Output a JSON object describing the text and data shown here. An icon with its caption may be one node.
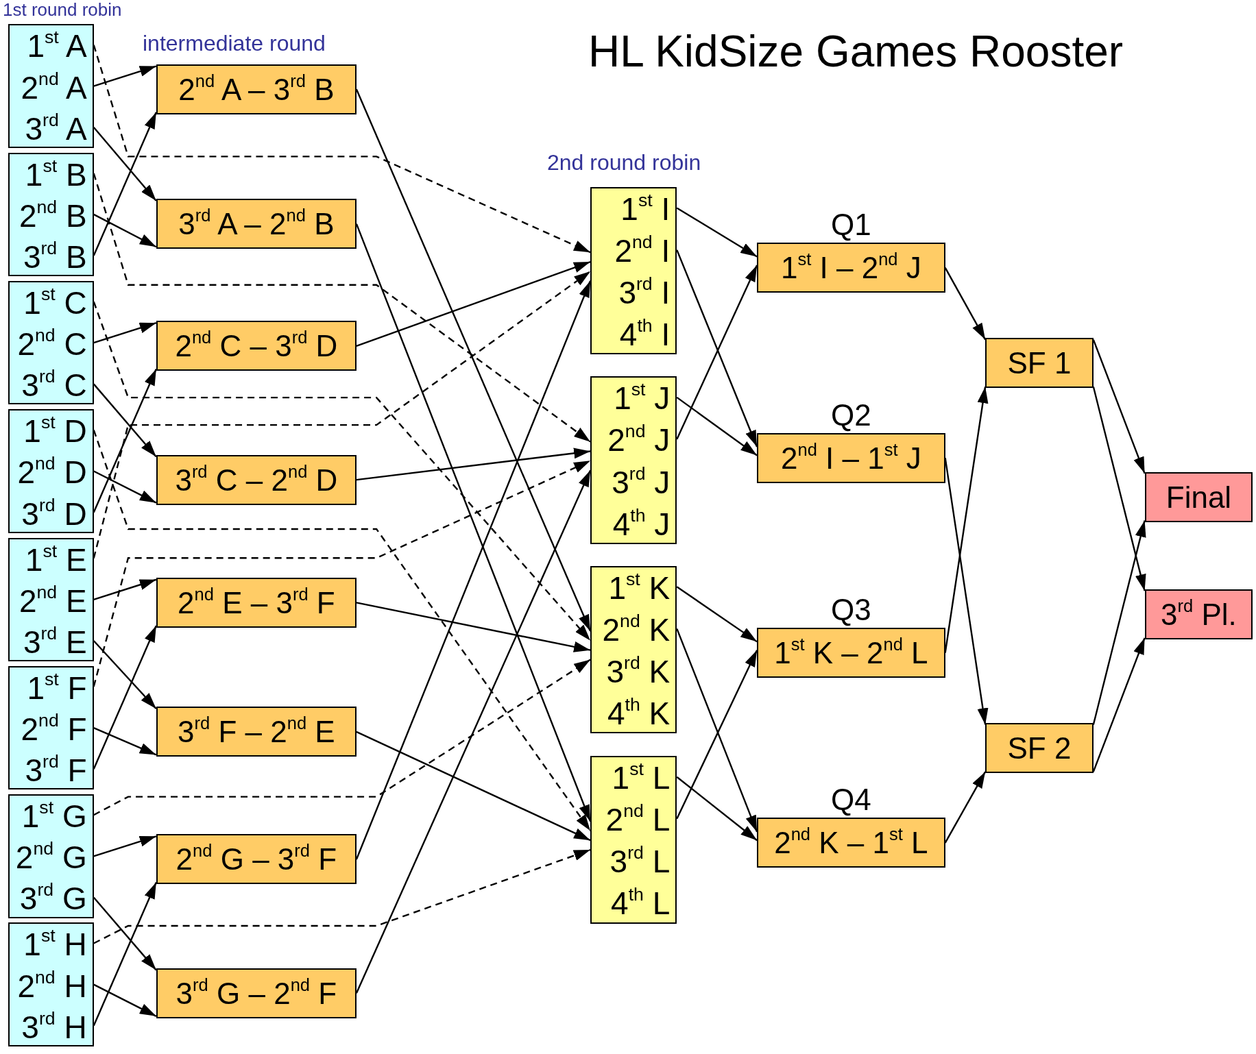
{
  "diagram": {
    "title": "HL KidSize Games Rooster",
    "nodes": [
      {
        "text": [],
        "shape": "box"
      },
      {
        "text": [
          "1$^{st}$ A"
        ],
        "in": 0
      },
      {
        "text": [
          "2$^{nd}$ A"
        ],
        "in": 0
      },
      {
        "text": [
          "3$^{rd}$ A"
        ],
        "in": 0
      },
      {
        "text": [],
        "shape": "box"
      },
      {
        "text": [
          "1$^{st}$ B"
        ],
        "in": 4
      },
      {
        "text": [
          "2$^{nd}$ B"
        ],
        "in": 4
      },
      {
        "text": [
          "3$^{rd}$ B"
        ],
        "in": 4
      },
      {
        "text": [],
        "shape": "box"
      },
      {
        "text": [
          "1$^{st}$ C"
        ],
        "in": 8
      },
      {
        "text": [
          "2$^{nd}$ C"
        ],
        "in": 8
      },
      {
        "text": [
          "3$^{rd}$ C"
        ],
        "in": 8
      },
      {
        "text": [],
        "shape": "box"
      },
      {
        "text": [
          "1$^{st}$ D"
        ],
        "in": 12
      },
      {
        "text": [
          "2$^{nd}$ D"
        ],
        "in": 12
      },
      {
        "text": [
          "3$^{rd}$ D"
        ],
        "in": 12
      },
      {
        "text": [],
        "shape": "box"
      },
      {
        "text": [
          "1$^{st}$ E"
        ],
        "in": 16
      },
      {
        "text": [
          "2$^{nd}$ E"
        ],
        "in": 16
      },
      {
        "text": [
          "3$^{rd}$ E"
        ],
        "in": 16
      },
      {
        "text": [],
        "shape": "box"
      },
      {
        "text": [
          "1$^{st}$ F"
        ],
        "in": 20
      },
      {
        "text": [
          "2$^{nd}$ F"
        ],
        "in": 20
      },
      {
        "text": [
          "3$^{rd}$ F"
        ],
        "in": 20
      },
      {
        "text": [],
        "shape": "box"
      },
      {
        "text": [
          "1$^{st}$ G"
        ],
        "in": 24
      },
      {
        "text": [
          "2$^{nd}$ G"
        ],
        "in": 24
      },
      {
        "text": [
          "3$^{rd}$ G"
        ],
        "in": 24
      },
      {
        "text": [],
        "shape": "box"
      },
      {
        "text": [
          "1$^{st}$ H"
        ],
        "in": 28
      },
      {
        "text": [
          "2$^{nd}$ H"
        ],
        "in": 28
      },
      {
        "text": [
          "3$^{rd}$ H"
        ],
        "in": 28
      },
      {
        "text": [
          "2$^{nd}$ A – 3$^{rd}$ B"
        ]
      },
      {
        "text": [
          "3$^{rd}$ A – 2$^{nd}$ B"
        ]
      },
      {
        "text": [
          "2$^{nd}$ C – 3$^{rd}$ D"
        ]
      },
      {
        "text": [
          "3$^{rd}$ C – 2$^{nd}$ D"
        ]
      },
      {
        "text": [
          "2$^{nd}$ E – 3$^{rd}$ F"
        ]
      },
      {
        "text": [
          "3$^{rd}$ F – 2$^{nd}$ E"
        ]
      },
      {
        "text": [
          "2$^{nd}$ G – 3$^{rd}$ F"
        ]
      },
      {
        "text": [
          "3$^{rd}$ G – 2$^{nd}$ F"
        ]
      },
      {
        "text": [],
        "shape": "box"
      },
      {
        "text": [
          "1$^{st}$ I"
        ],
        "in": 40
      },
      {
        "text": [
          "2$^{nd}$ I"
        ],
        "in": 40
      },
      {
        "text": [
          "3$^{rd}$ I"
        ],
        "in": 40
      },
      {
        "text": [
          "4$^{th}$ I"
        ],
        "in": 40
      },
      {
        "text": [],
        "shape": "box"
      },
      {
        "text": [
          "1$^{st}$ J"
        ],
        "in": 45
      },
      {
        "text": [
          "2$^{nd}$ J"
        ],
        "in": 45
      },
      {
        "text": [
          "3$^{rd}$ J"
        ],
        "in": 45
      },
      {
        "text": [
          "4$^{th}$ J"
        ],
        "in": 45
      },
      {
        "text": [],
        "shape": "box"
      },
      {
        "text": [
          "1$^{st}$ K"
        ],
        "in": 50
      },
      {
        "text": [
          "2$^{nd}$ K"
        ],
        "in": 50
      },
      {
        "text": [
          "3$^{rd}$ K"
        ],
        "in": 50
      },
      {
        "text": [
          "4$^{th}$ K"
        ],
        "in": 50
      },
      {
        "text": [],
        "shape": "box"
      },
      {
        "text": [
          "1$^{st}$ L"
        ],
        "in": 55
      },
      {
        "text": [
          "2$^{nd}$ L"
        ],
        "in": 55
      },
      {
        "text": [
          "3$^{rd}$ L"
        ],
        "in": 55
      },
      {
        "text": [
          "4$^{th}$ L"
        ],
        "in": 55
      },
      {
        "text": [
          "Q1",
          "1$^{st}$ I – 2$^{nd}$ J"
        ]
      },
      {
        "text": [
          "Q2",
          "2$^{nd}$ I – 1$^{st}$ J"
        ]
      },
      {
        "text": [
          "Q3",
          "1$^{st}$ K – 2$^{nd}$ L"
        ]
      },
      {
        "text": [
          "Q4",
          "2$^{nd}$ K – 1$^{st}$ L"
        ]
      },
      {
        "text": [
          "SF 1"
        ]
      },
      {
        "text": [
          "SF 2"
        ]
      },
      {
        "text": [
          "Final"
        ]
      },
      {
        "text": [
          "3$^{rd}$ Pl."
        ]
      }
    ],
    "edges": [
      {
        "from": 2,
        "to": 32,
        "arrow": "to"
      },
      {
        "from": 3,
        "to": 33,
        "arrow": "to"
      },
      {
        "from": 6,
        "to": 33,
        "arrow": "to"
      },
      {
        "from": 7,
        "to": 32,
        "arrow": "to"
      },
      {
        "from": 10,
        "to": 34,
        "arrow": "to"
      },
      {
        "from": 11,
        "to": 35,
        "arrow": "to"
      },
      {
        "from": 14,
        "to": 35,
        "arrow": "to"
      },
      {
        "from": 15,
        "to": 34,
        "arrow": "to"
      },
      {
        "from": 18,
        "to": 36,
        "arrow": "to"
      },
      {
        "from": 19,
        "to": 37,
        "arrow": "to"
      },
      {
        "from": 22,
        "to": 37,
        "arrow": "to"
      },
      {
        "from": 23,
        "to": 36,
        "arrow": "to"
      },
      {
        "from": 26,
        "to": 38,
        "arrow": "to"
      },
      {
        "from": 27,
        "to": 39,
        "arrow": "to"
      },
      {
        "from": 30,
        "to": 39,
        "arrow": "to"
      },
      {
        "from": 31,
        "to": 38,
        "arrow": "to"
      },
      {
        "from": 1,
        "to": 40,
        "arrow": "to",
        "style": "dashed"
      },
      {
        "from": 5,
        "to": 45,
        "arrow": "to",
        "style": "dashed"
      },
      {
        "from": 9,
        "to": 50,
        "arrow": "to",
        "style": "dashed"
      },
      {
        "from": 13,
        "to": 55,
        "arrow": "to",
        "style": "dashed"
      },
      {
        "from": 17,
        "to": 40,
        "arrow": "to",
        "style": "dashed"
      },
      {
        "from": 21,
        "to": 45,
        "arrow": "to",
        "style": "dashed"
      },
      {
        "from": 25,
        "to": 50,
        "arrow": "to",
        "style": "dashed"
      },
      {
        "from": 29,
        "to": 55,
        "arrow": "to",
        "style": "dashed"
      },
      {
        "from": 32,
        "to": 50,
        "arrow": "to"
      },
      {
        "from": 33,
        "to": 55,
        "arrow": "to"
      },
      {
        "from": 34,
        "to": 40,
        "arrow": "to"
      },
      {
        "from": 35,
        "to": 45,
        "arrow": "to"
      },
      {
        "from": 36,
        "to": 50,
        "arrow": "to"
      },
      {
        "from": 37,
        "to": 55,
        "arrow": "to"
      },
      {
        "from": 38,
        "to": 40,
        "arrow": "to"
      },
      {
        "from": 39,
        "to": 45,
        "arrow": "to"
      },
      {
        "from": 41,
        "to": 60,
        "arrow": "to"
      },
      {
        "from": 42,
        "to": 61,
        "arrow": "to"
      },
      {
        "from": 46,
        "to": 61,
        "arrow": "to"
      },
      {
        "from": 47,
        "to": 60,
        "arrow": "to"
      },
      {
        "from": 51,
        "to": 62,
        "arrow": "to"
      },
      {
        "from": 52,
        "to": 63,
        "arrow": "to"
      },
      {
        "from": 56,
        "to": 63,
        "arrow": "to"
      },
      {
        "from": 57,
        "to": 62,
        "arrow": "to"
      },
      {
        "from": 60,
        "to": 64,
        "arrow": "to"
      },
      {
        "from": 61,
        "to": 65,
        "arrow": "to"
      },
      {
        "from": 62,
        "to": 64,
        "arrow": "to"
      },
      {
        "from": 63,
        "to": 65,
        "arrow": "to"
      },
      {
        "from": 64,
        "to": 66,
        "arrow": "to"
      },
      {
        "from": 64,
        "to": 67,
        "arrow": "to"
      },
      {
        "from": 65,
        "to": 66,
        "arrow": "to"
      },
      {
        "from": 65,
        "to": 67,
        "arrow": "to"
      }
    ],
    "labels": [
      "1st round robin",
      "intermediate round",
      "2nd round robin"
    ]
  }
}
